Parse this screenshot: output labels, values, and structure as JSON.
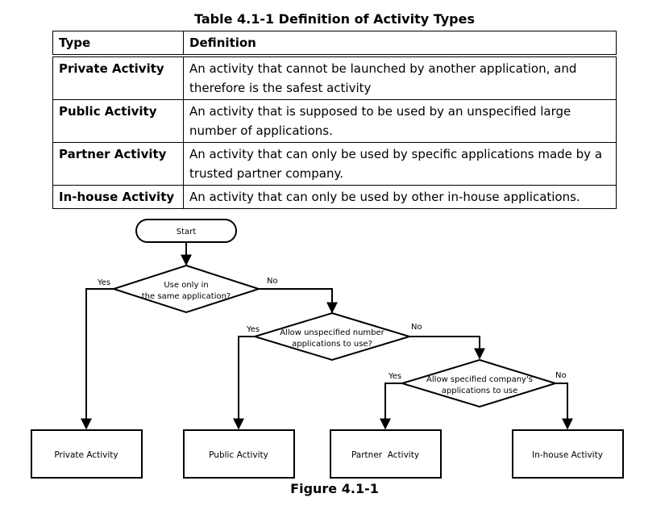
{
  "table": {
    "caption": "Table 4.1-1 Definition of Activity Types",
    "headers": [
      "Type",
      "Definition"
    ],
    "rows": [
      {
        "type": "Private Activity",
        "definition": "An activity that cannot be launched by another application, and therefore is the safest activity"
      },
      {
        "type": "Public Activity",
        "definition": "An activity that is supposed to be used by an unspecified large number of applications."
      },
      {
        "type": "Partner Activity",
        "definition": "An activity that can only be used by specific applications made by a trusted partner company."
      },
      {
        "type": "In-house Activity",
        "definition": "An activity that can only be used by other in-house applications."
      }
    ]
  },
  "flowchart": {
    "start": "Start",
    "decision1": {
      "line1": "Use only in",
      "line2": "the same application?"
    },
    "decision2": {
      "line1": "Allow unspecified number",
      "line2": "applications to use?"
    },
    "decision3": {
      "line1": "Allow specified company's",
      "line2": "applications to use"
    },
    "yes_label": "Yes",
    "no_label": "No",
    "outcomes": {
      "private": "Private Activity",
      "public": "Public Activity",
      "partner": "Partner  Activity",
      "inhouse": "In-house Activity"
    },
    "caption": "Figure 4.1-1"
  }
}
